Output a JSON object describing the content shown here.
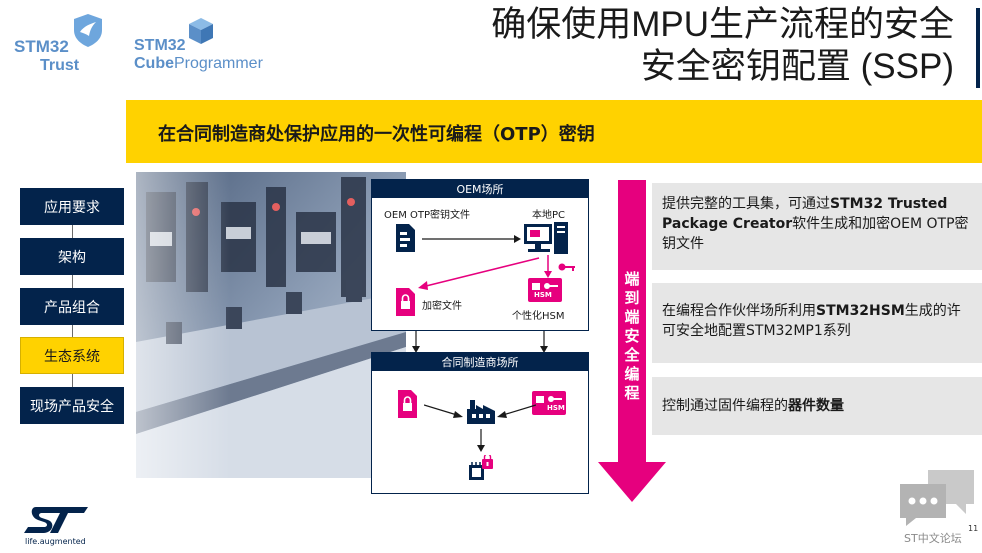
{
  "logos": {
    "trust": {
      "line1": "STM32",
      "line2": "Trust"
    },
    "cube": {
      "line1": "STM32",
      "line2_bold": "Cube",
      "line2_light": "Programmer"
    }
  },
  "title": {
    "line1": "确保使用MPU生产流程的安全",
    "line2": "安全密钥配置 (SSP)"
  },
  "banner": {
    "text": "在合同制造商处保护应用的一次性可编程（OTP）密钥"
  },
  "nav": {
    "items": [
      {
        "label": "应用要求"
      },
      {
        "label": "架构"
      },
      {
        "label": "产品组合"
      },
      {
        "label": "生态系统"
      },
      {
        "label": "现场产品安全"
      }
    ],
    "active_index": 3
  },
  "diagram": {
    "oem": {
      "header": "OEM场所",
      "otp_file": "OEM OTP密钥文件",
      "local_pc": "本地PC",
      "encrypted_file": "加密文件",
      "personalized_hsm": "个性化HSM"
    },
    "cm": {
      "header": "合同制造商场所"
    },
    "hsm_badge": "HSM",
    "arrow_label": "端到端安全编程"
  },
  "info_boxes": [
    {
      "text_a": "提供完整的工具集，可通过",
      "bold_a": "STM32 Trusted Package Creator",
      "text_b": "软件生成和加密OEM OTP密钥文件"
    },
    {
      "text_a": "在编程合作伙伴场所利用",
      "bold_a": "STM32HSM",
      "text_b": "生成的许可安全地配置STM32MP1系列"
    },
    {
      "text_a": "控制通过固件编程的",
      "bold_a": "器件数量",
      "text_b": ""
    }
  ],
  "footer": {
    "tagline": "life.augmented",
    "forum": "ST中文论坛",
    "page_number": "11"
  },
  "colors": {
    "navy": "#03234b",
    "yellow": "#ffd200",
    "magenta": "#e6007e",
    "grey_box": "#e6e6e6",
    "logo_blue": "#5b8fc8"
  }
}
